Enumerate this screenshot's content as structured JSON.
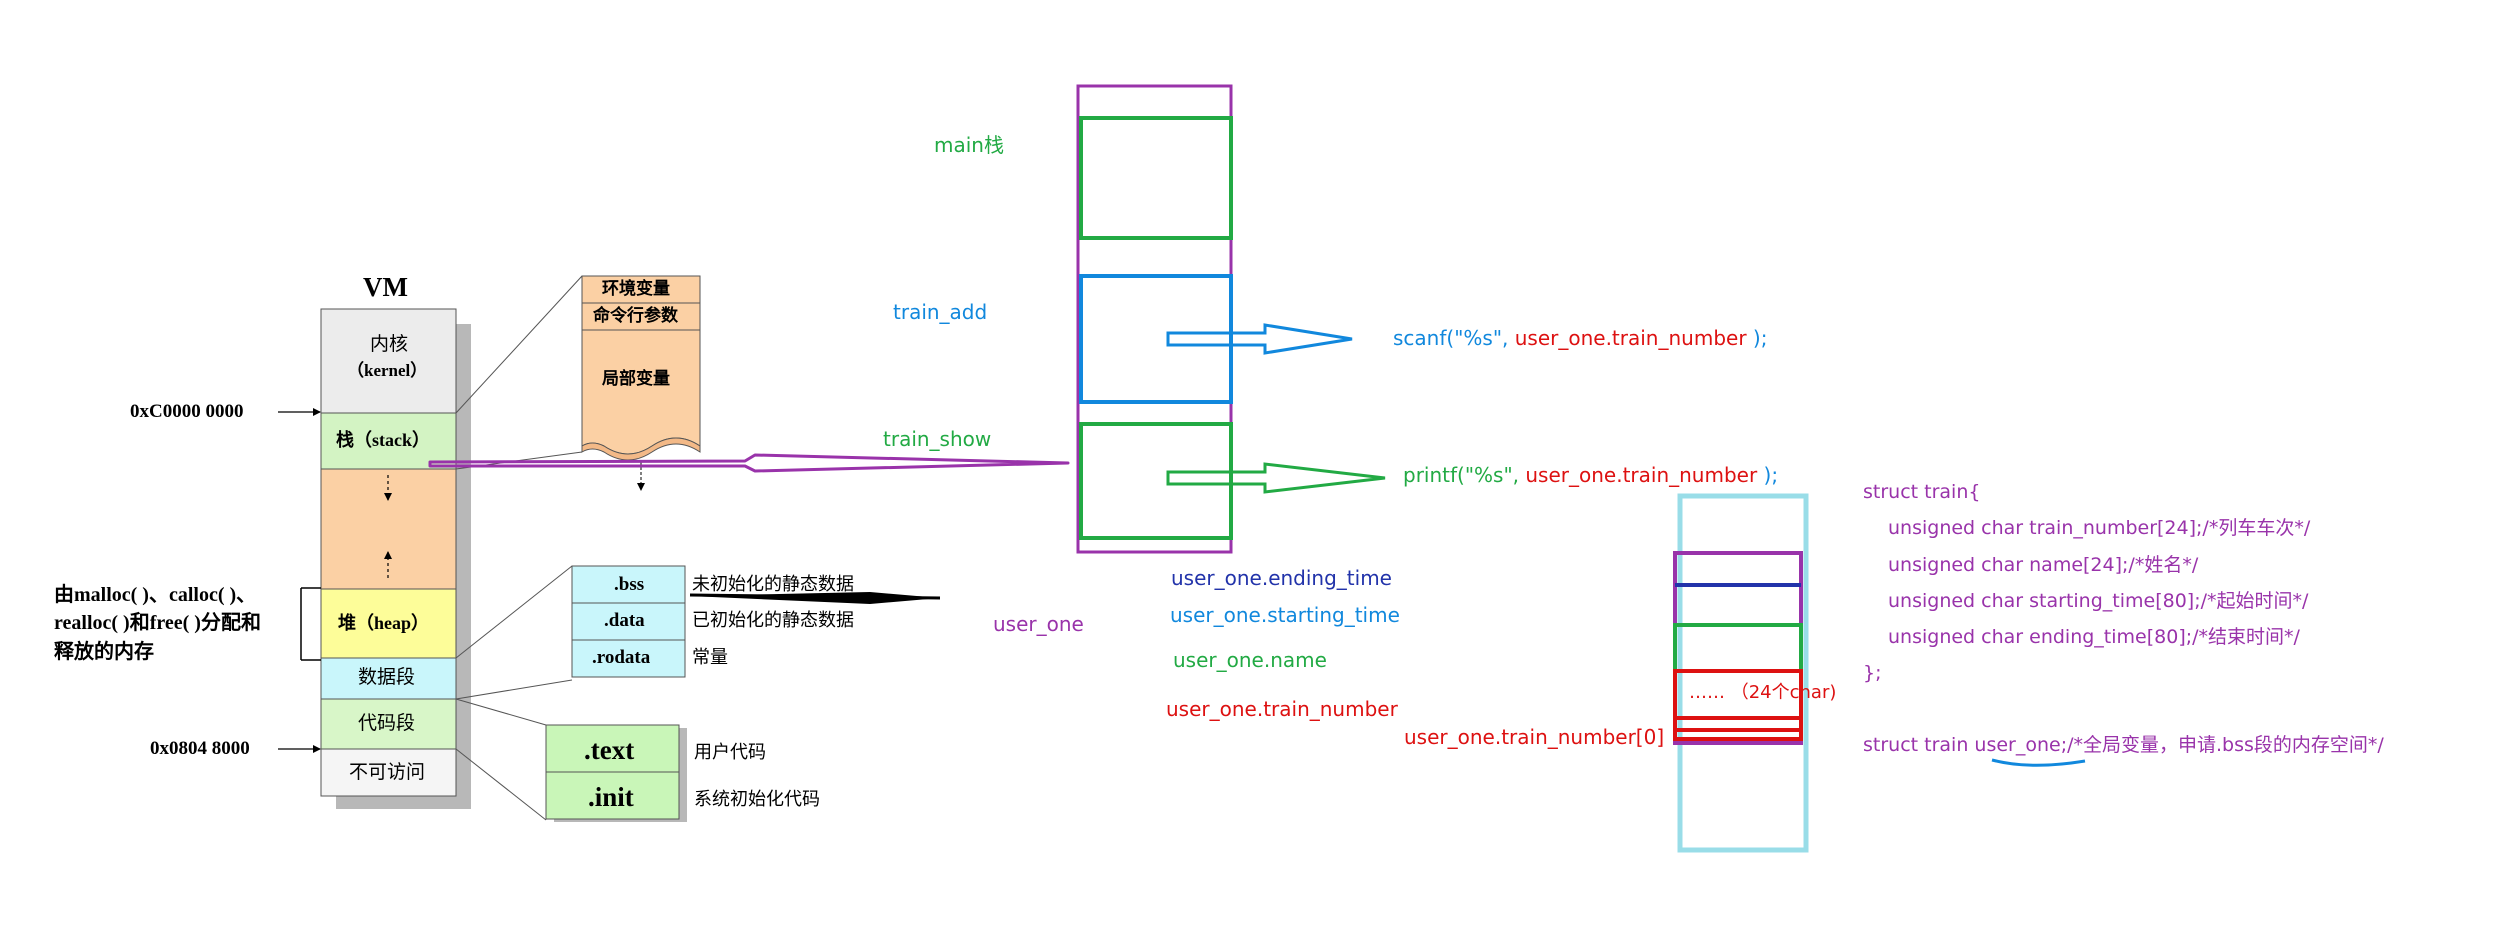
{
  "vm": {
    "title": "VM",
    "kernel_line1": "内核",
    "kernel_line2": "（kernel）",
    "stack": "栈（stack）",
    "heap": "堆（heap）",
    "data_seg": "数据段",
    "code_seg": "代码段",
    "no_access": "不可访问",
    "addr_top": "0xC0000 0000",
    "addr_bottom": "0x0804 8000",
    "alloc_line1": "由malloc( )、calloc( )、",
    "alloc_line2": "realloc( )和free( )分配和",
    "alloc_line3": "释放的内存"
  },
  "stack_detail": {
    "env": "环境变量",
    "args": "命令行参数",
    "locals": "局部变量"
  },
  "data_detail": {
    "bss": ".bss",
    "bss_desc": "未初始化的静态数据",
    "data": ".data",
    "data_desc": "已初始化的静态数据",
    "rodata": ".rodata",
    "rodata_desc": "常量"
  },
  "code_detail": {
    "text": ".text",
    "text_desc": "用户代码",
    "init": ".init",
    "init_desc": "系统初始化代码"
  },
  "frames": {
    "main": "main栈",
    "train_add": "train_add",
    "train_show": "train_show",
    "scanf_prefix": "scanf(\"%s\",",
    "scanf_arg": "user_one.train_number",
    "scanf_suffix": ");",
    "printf_prefix": "printf(\"%s\",",
    "printf_arg": "user_one.train_number",
    "printf_suffix": ");"
  },
  "bss_layout": {
    "user_one": "user_one",
    "ending_time": "user_one.ending_time",
    "starting_time": "user_one.starting_time",
    "name": "user_one.name",
    "train_number": "user_one.train_number",
    "train_number_0": "user_one.train_number[0]",
    "chars_note": "…… （24个char)"
  },
  "struct_code": {
    "line1": "struct  train{",
    "line2": "unsigned char train_number[24];/*列车车次*/",
    "line3": "unsigned char name[24];/*姓名*/",
    "line4": "unsigned char starting_time[80];/*起始时间*/",
    "line5": "unsigned char ending_time[80];/*结束时间*/",
    "line6": "};",
    "decl_prefix": "struct  train ",
    "decl_var": "user_one",
    "decl_suffix": ";/*全局变量，申请.bss段的内存空间*/"
  },
  "colors": {
    "kernel_fill": "#ececec",
    "stack_fill": "#d3f3c3",
    "free_fill": "#fbd0a4",
    "heap_fill": "#fdfd99",
    "cyan_fill": "#c9f6fb",
    "code_fill": "#d8f6c8",
    "purple": "#9933aa",
    "green": "#22aa44",
    "blue": "#1188dd",
    "red": "#dd1111",
    "navy": "#2233aa",
    "light_cyan": "#99dde8"
  }
}
